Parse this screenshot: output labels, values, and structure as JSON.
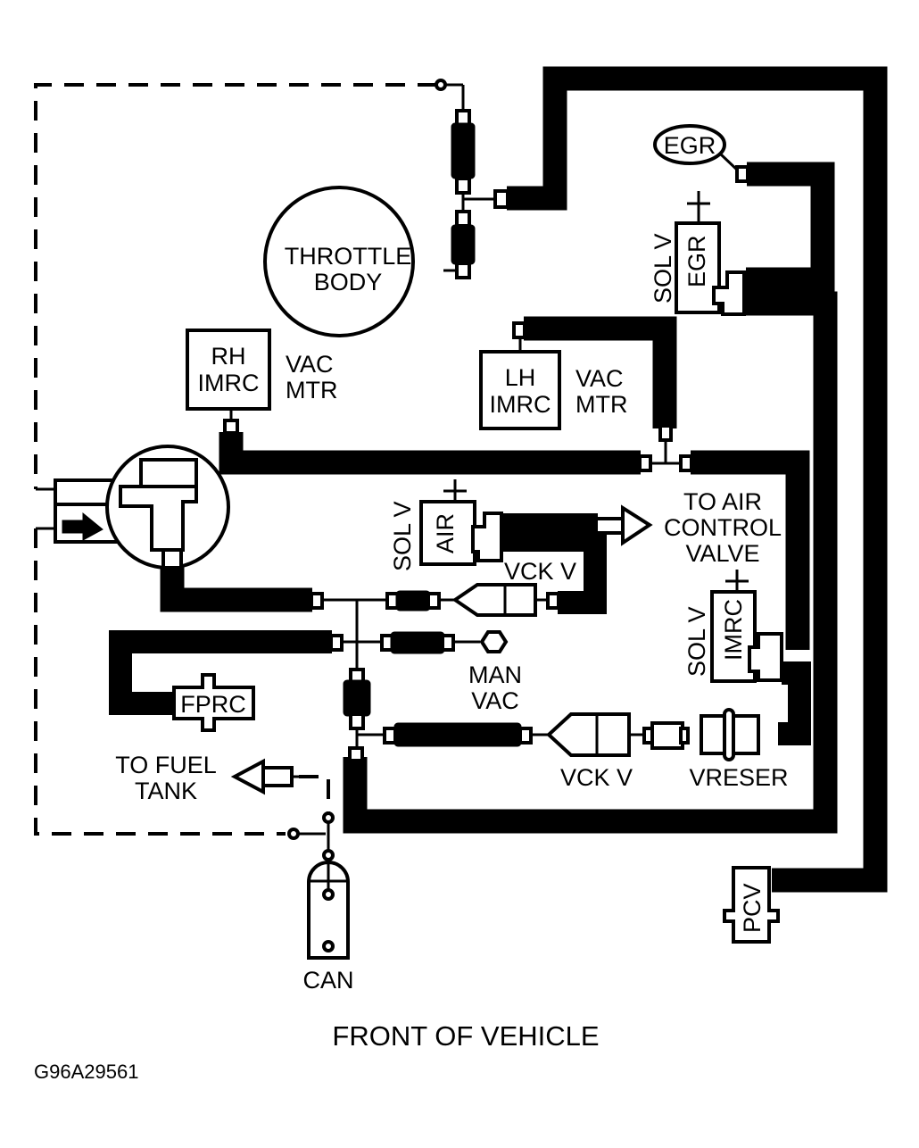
{
  "diagram": {
    "title": "Vacuum Hose Routing",
    "colors": {
      "line": "#000000",
      "background": "#ffffff"
    },
    "components": {
      "throttle_body": {
        "line1": "THROTTLE",
        "line2": "BODY"
      },
      "egr_valve": {
        "label": "EGR"
      },
      "egr_solenoid": {
        "name": "EGR",
        "side_label": "SOL V"
      },
      "rh_imrc": {
        "line1": "RH",
        "line2": "IMRC",
        "note1": "VAC",
        "note2": "MTR"
      },
      "lh_imrc": {
        "line1": "LH",
        "line2": "IMRC",
        "note1": "VAC",
        "note2": "MTR"
      },
      "air_solenoid": {
        "name": "AIR",
        "side_label": "SOL V"
      },
      "air_control_valve": {
        "line1": "TO  AIR",
        "line2": "CONTROL",
        "line3": "VALVE"
      },
      "vck_valve_upper": {
        "label": "VCK V"
      },
      "manifold_vacuum": {
        "line1": "MAN",
        "line2": "VAC"
      },
      "fprc": {
        "label": "FPRC"
      },
      "imrc_solenoid": {
        "name": "IMRC",
        "side_label": "SOL V"
      },
      "vck_valve_lower": {
        "label": "VCK V"
      },
      "vacuum_reservoir": {
        "label": "VRESER"
      },
      "fuel_tank": {
        "line1": "TO FUEL",
        "line2": "TANK"
      },
      "canister": {
        "label": "CAN"
      },
      "pcv": {
        "label": "PCV"
      }
    },
    "caption": "FRONT OF VEHICLE",
    "figure_id": "G96A29561"
  }
}
